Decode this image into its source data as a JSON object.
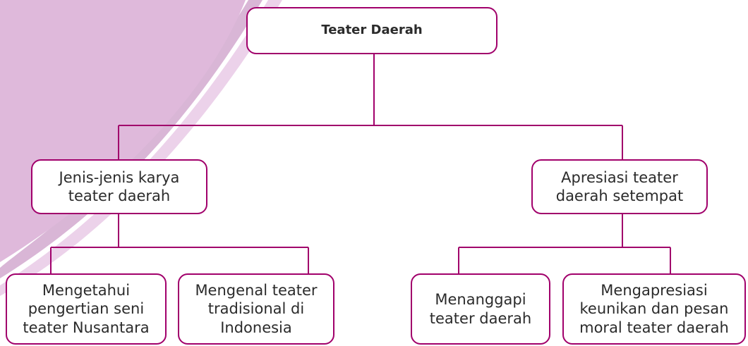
{
  "diagram": {
    "root": {
      "label": "Teater Daerah"
    },
    "branches": [
      {
        "label": "Jenis-jenis karya\nteater daerah",
        "children": [
          {
            "label": "Mengetahui\npengertian seni\nteater Nusantara"
          },
          {
            "label": "Mengenal teater\ntradisional di\nIndonesia"
          }
        ]
      },
      {
        "label": "Apresiasi teater\ndaerah setempat",
        "children": [
          {
            "label": "Menanggapi\nteater daerah"
          },
          {
            "label": "Mengapresiasi\nkeunikan dan pesan\nmoral teater daerah"
          }
        ]
      }
    ]
  },
  "colors": {
    "line": "#a1006b",
    "box_border": "#a1006b",
    "decor_main": "#dfb9db",
    "decor_band_light": "#ecd2ea",
    "decor_band_mid": "#d9b6d6",
    "text": "#2b2b2b"
  }
}
